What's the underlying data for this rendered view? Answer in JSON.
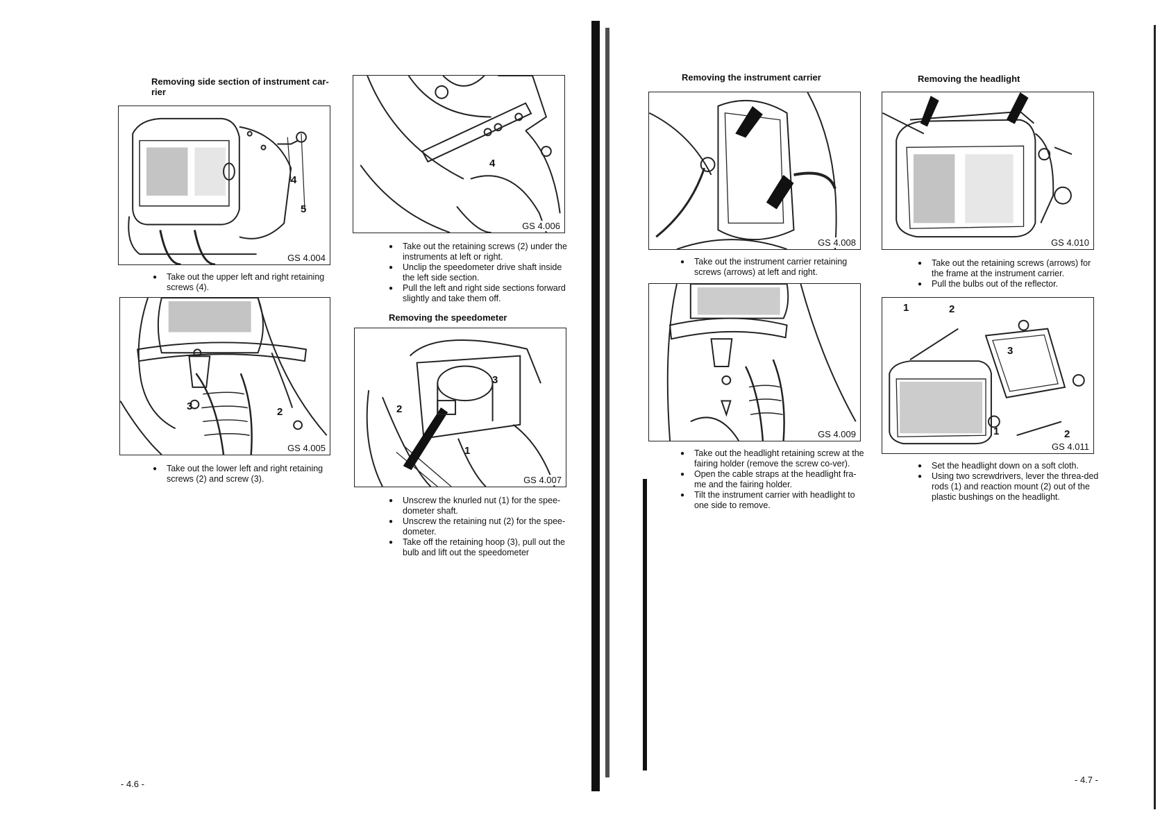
{
  "left_page": {
    "col1": {
      "heading": "Removing side section of instrument car-\nrier",
      "fig1": {
        "label": "GS 4.004",
        "callouts": [
          "4",
          "5"
        ]
      },
      "bullets1": [
        "Take out the upper left and right retaining screws (4)."
      ],
      "fig2": {
        "label": "GS 4.005",
        "callouts": [
          "3",
          "2"
        ]
      },
      "bullets2": [
        "Take out the lower left and right retaining screws (2) and screw (3)."
      ]
    },
    "col2": {
      "fig1": {
        "label": "GS 4.006",
        "callouts": [
          "4"
        ]
      },
      "bullets1": [
        "Take out the retaining screws (2) under the instruments at left or right.",
        "Unclip the speedometer drive shaft inside the left side section.",
        "Pull the left and right side sections forward slightly and take them off."
      ],
      "heading2": "Removing the speedometer",
      "fig2": {
        "label": "GS 4.007",
        "callouts": [
          "3",
          "2",
          "1"
        ]
      },
      "bullets2": [
        "Unscrew the knurled nut (1) for the spee-dometer shaft.",
        "Unscrew the retaining nut (2) for the spee-dometer.",
        "Take off the retaining hoop (3), pull out the bulb and lift out the speedometer"
      ]
    },
    "page_number": "- 4.6 -"
  },
  "right_page": {
    "col1": {
      "heading": "Removing the instrument carrier",
      "fig1": {
        "label": "GS 4.008"
      },
      "bullets1": [
        "Take out the instrument carrier retaining screws (arrows) at left and right."
      ],
      "fig2": {
        "label": "GS 4.009"
      },
      "bullets2": [
        "Take out the headlight retaining screw at the fairing holder (remove the screw co-ver).",
        "Open the cable straps at the headlight fra-me and the fairing holder.",
        "Tilt the instrument carrier with headlight to one side to remove."
      ]
    },
    "col2": {
      "heading": "Removing the headlight",
      "fig1": {
        "label": "GS 4.010"
      },
      "bullets1": [
        "Take out the retaining screws (arrows) for the frame at the instrument carrier.",
        "Pull the bulbs out of the reflector."
      ],
      "fig2": {
        "label": "GS 4.011",
        "callouts": [
          "1",
          "2",
          "3",
          "1",
          "2"
        ]
      },
      "bullets2": [
        "Set the headlight down on a soft cloth.",
        "Using two screwdrivers, lever the threa-ded rods (1) and reaction mount (2) out of the plastic bushings on the headlight."
      ]
    },
    "page_number": "- 4.7 -"
  }
}
